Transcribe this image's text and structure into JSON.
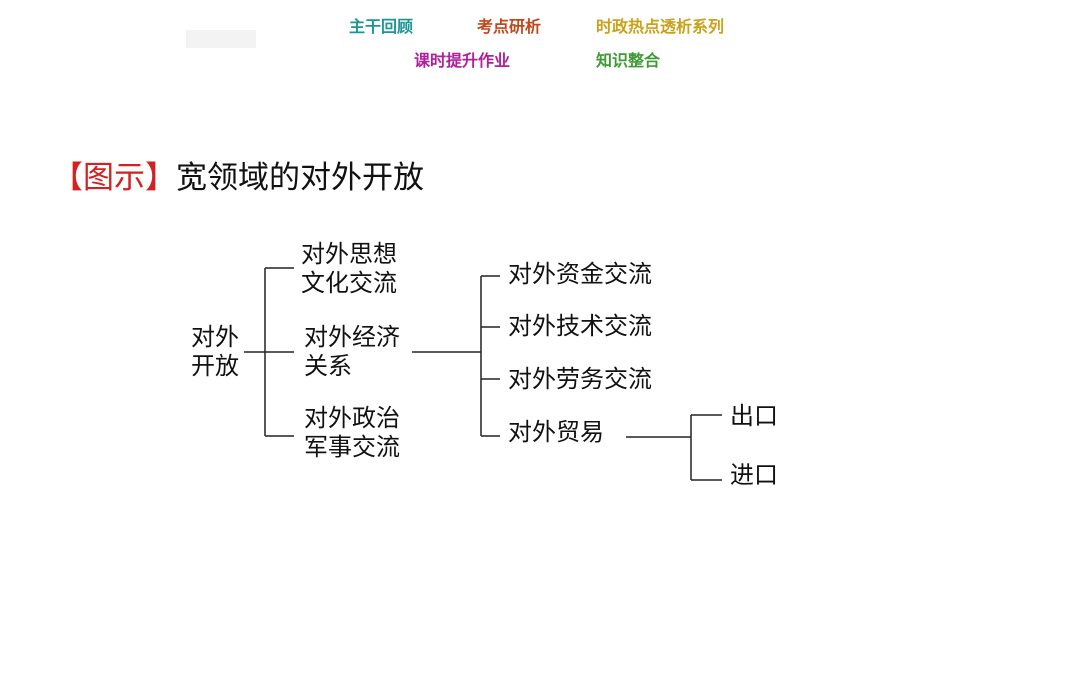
{
  "nav": {
    "row1": [
      {
        "label": "主干回顾",
        "color": "#1a9696"
      },
      {
        "label": "考点研析",
        "color": "#c0471d"
      },
      {
        "label": "时政热点透析系列",
        "color": "#c9a21a"
      }
    ],
    "row2": [
      {
        "label": "课时提升作业",
        "color": "#b0209a"
      },
      {
        "label": "知识整合",
        "color": "#3f9a35"
      }
    ]
  },
  "title": {
    "bracket": "【图示】",
    "text": "宽领域的对外开放"
  },
  "diagram": {
    "root": {
      "line1": "对外",
      "line2": "开放"
    },
    "level1": [
      {
        "line1": "对外思想",
        "line2": "文化交流"
      },
      {
        "line1": "对外经济",
        "line2": "关系"
      },
      {
        "line1": "对外政治",
        "line2": "军事交流"
      }
    ],
    "level2": [
      "对外资金交流",
      "对外技术交流",
      "对外劳务交流",
      "对外贸易"
    ],
    "level3": [
      "出口",
      "进口"
    ]
  }
}
